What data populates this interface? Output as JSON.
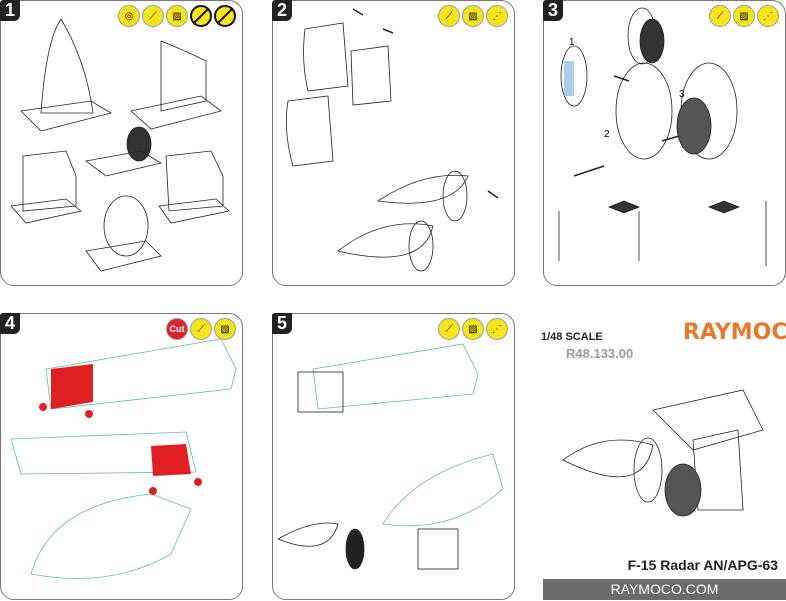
{
  "steps": [
    {
      "number": "1",
      "icons": [
        "sand-icon",
        "knife-icon",
        "file-icon",
        "no-glue-icon",
        "no-paint-icon"
      ]
    },
    {
      "number": "2",
      "icons": [
        "knife-icon",
        "file-icon",
        "sand-icon"
      ]
    },
    {
      "number": "3",
      "icons": [
        "knife-icon",
        "file-icon",
        "sand-icon"
      ],
      "callouts": [
        "1",
        "2",
        "3"
      ]
    },
    {
      "number": "4",
      "icons": [
        "cut-icon",
        "knife-icon",
        "file-icon"
      ],
      "cut_label": "Cut"
    },
    {
      "number": "5",
      "icons": [
        "knife-icon",
        "file-icon",
        "sand-icon"
      ]
    }
  ],
  "info": {
    "scale": "1/48 SCALE",
    "code": "R48.133.00",
    "brand": "RAYMOCO",
    "product": "F-15 Radar AN/APG-63",
    "website": "RAYMOCO.COM"
  },
  "colors": {
    "icon": "#f5e51a",
    "cut": "#d8262a",
    "brand": "#e8782a",
    "fuselage": "#5fb8a8"
  }
}
